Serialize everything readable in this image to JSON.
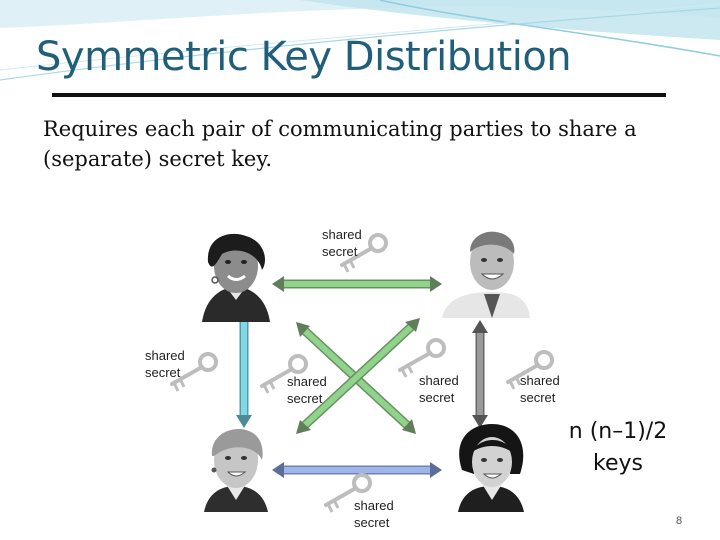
{
  "slide": {
    "title": "Symmetric Key Distribution",
    "body": "Requires each pair of communicating parties to share a (separate) secret key.",
    "formula_line1": "n (n–1)/2",
    "formula_line2": "keys",
    "page_number": "8"
  },
  "labels": {
    "shared_top": [
      "shared",
      "secret"
    ],
    "shared_left": [
      "shared",
      "secret"
    ],
    "shared_center_left": [
      "shared",
      "secret"
    ],
    "shared_center_right": [
      "shared",
      "secret"
    ],
    "shared_right": [
      "shared",
      "secret"
    ],
    "shared_bottom": [
      "shared",
      "secret"
    ]
  },
  "colors": {
    "title": "#1f5f7a",
    "arrow_top": "#8fd48a",
    "arrow_left": "#7fd8e6",
    "arrow_diag_a": "#8fd48a",
    "arrow_diag_b": "#8fd48a",
    "arrow_right": "#9a9a9a",
    "arrow_bottom": "#9fb4e8",
    "key": "#c8c8c8"
  }
}
